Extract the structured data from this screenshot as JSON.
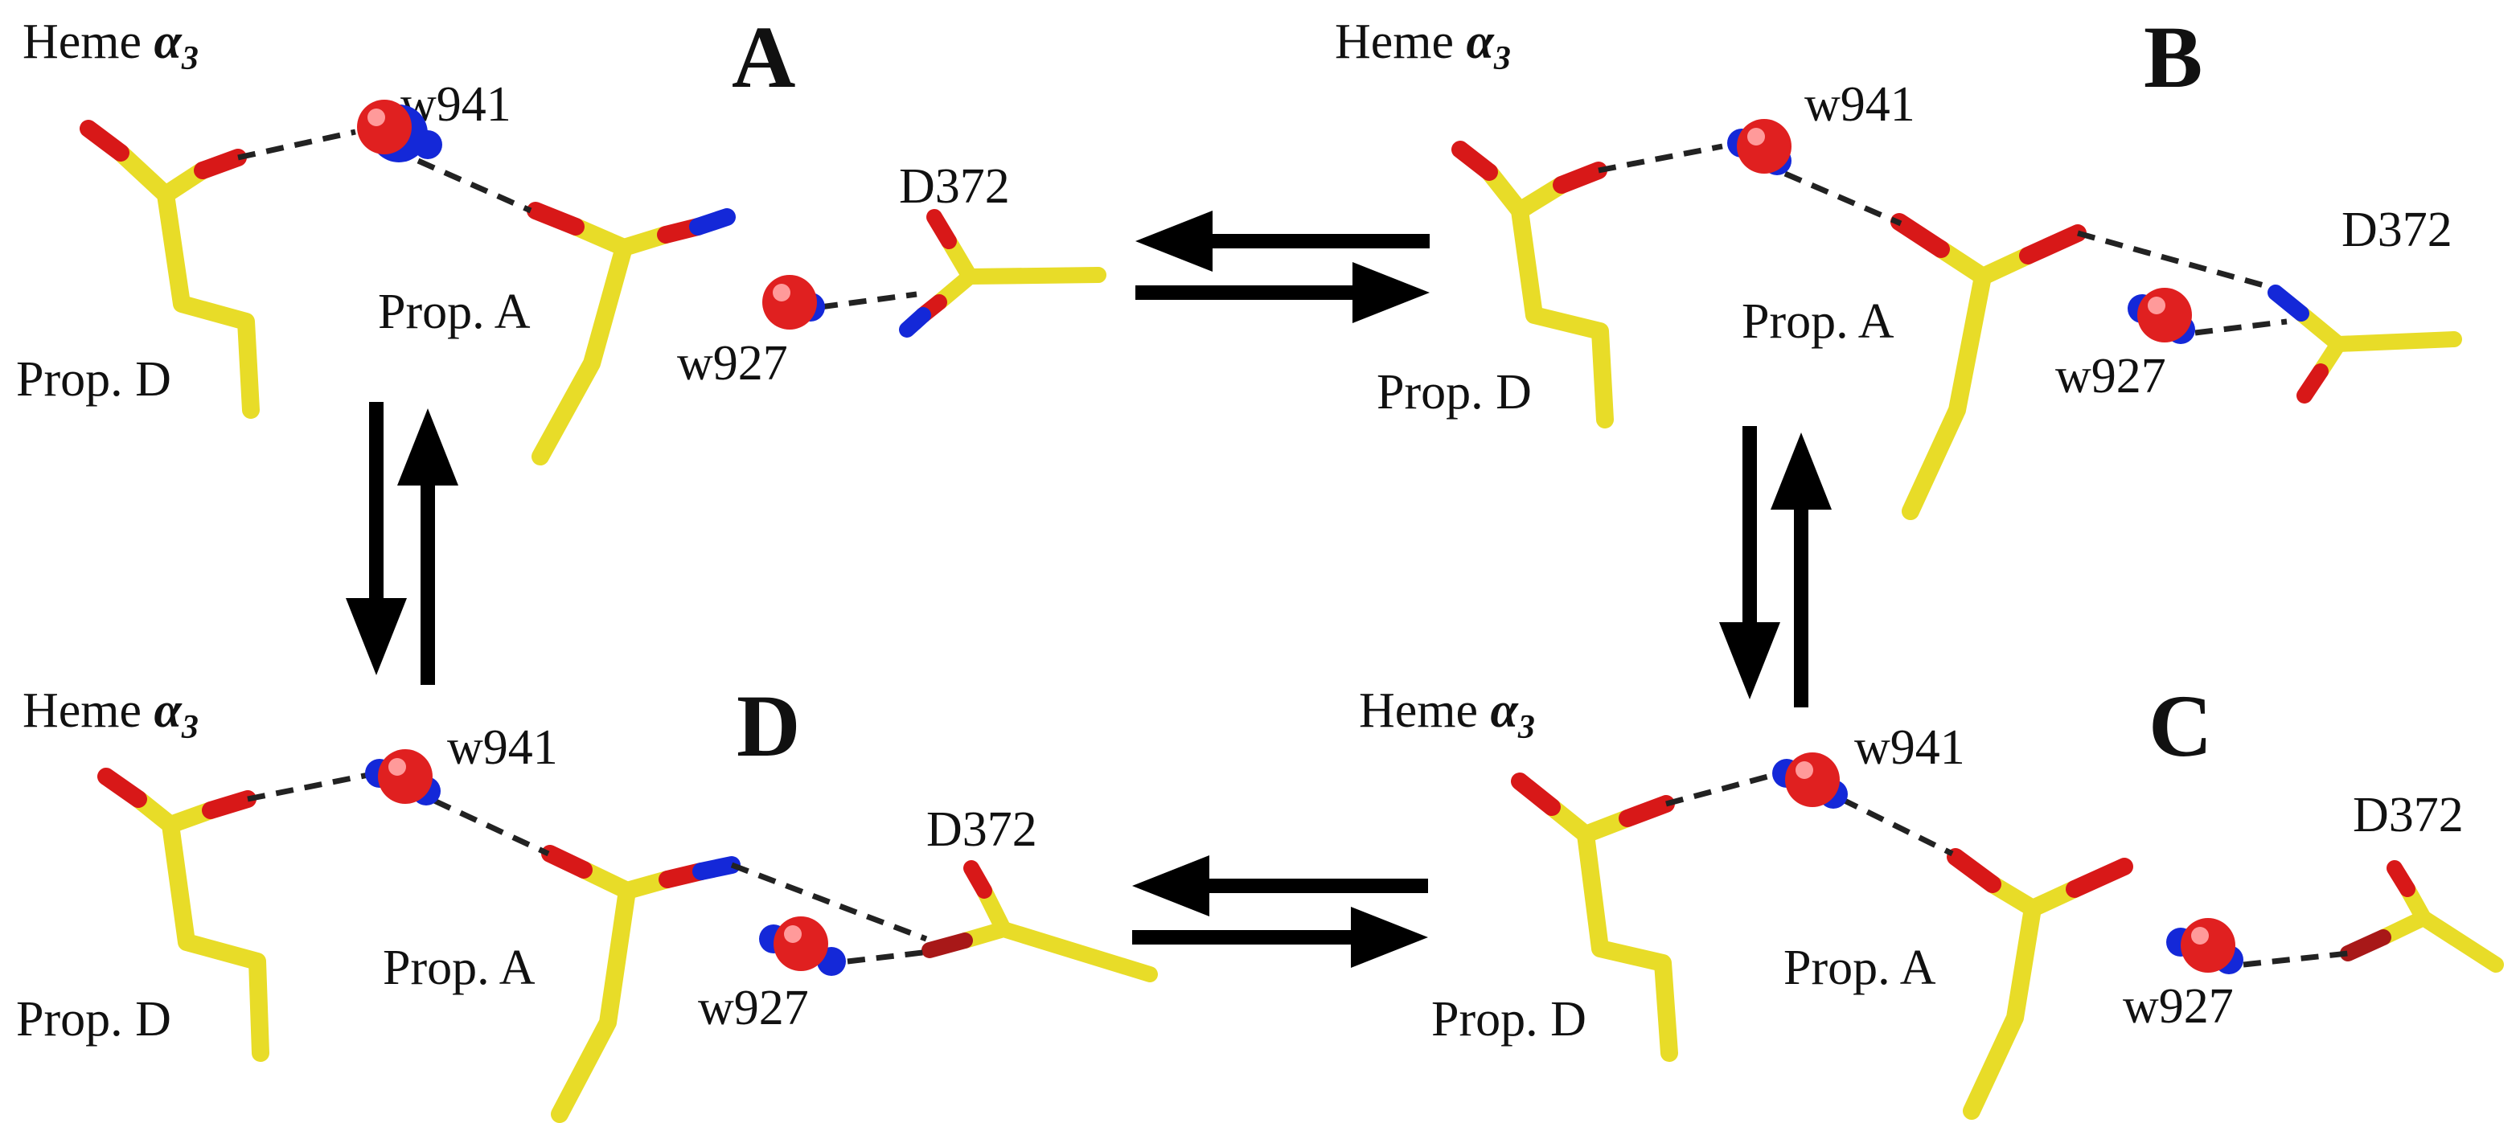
{
  "colors": {
    "carbon": "#e8dc28",
    "oxygen": "#d81818",
    "nitrogen": "#1428d8",
    "hydrogen_bond": "#222222",
    "arrow": "#000000"
  },
  "panels": [
    {
      "id": "A",
      "letter": "A",
      "heme": {
        "prefix": "Heme ",
        "alpha": "α",
        "sub": "3"
      },
      "w941": "w941",
      "w927": "w927",
      "d372": "D372",
      "propA": "Prop. A",
      "propD": "Prop. D"
    },
    {
      "id": "B",
      "letter": "B",
      "heme": {
        "prefix": "Heme ",
        "alpha": "α",
        "sub": "3"
      },
      "w941": "w941",
      "w927": "w927",
      "d372": "D372",
      "propA": "Prop. A",
      "propD": "Prop. D"
    },
    {
      "id": "C",
      "letter": "C",
      "heme": {
        "prefix": "Heme ",
        "alpha": "α",
        "sub": "3"
      },
      "w941": "w941",
      "w927": "w927",
      "d372": "D372",
      "propA": "Prop. A",
      "propD": "Prop. D"
    },
    {
      "id": "D",
      "letter": "D",
      "heme": {
        "prefix": "Heme ",
        "alpha": "α",
        "sub": "3"
      },
      "w941": "w941",
      "w927": "w927",
      "d372": "D372",
      "propA": "Prop. A",
      "propD": "Prop. D"
    }
  ],
  "equilibria": [
    {
      "name": "A-B",
      "orientation": "horizontal"
    },
    {
      "name": "A-D",
      "orientation": "vertical"
    },
    {
      "name": "B-C",
      "orientation": "vertical"
    },
    {
      "name": "D-C",
      "orientation": "horizontal"
    }
  ]
}
